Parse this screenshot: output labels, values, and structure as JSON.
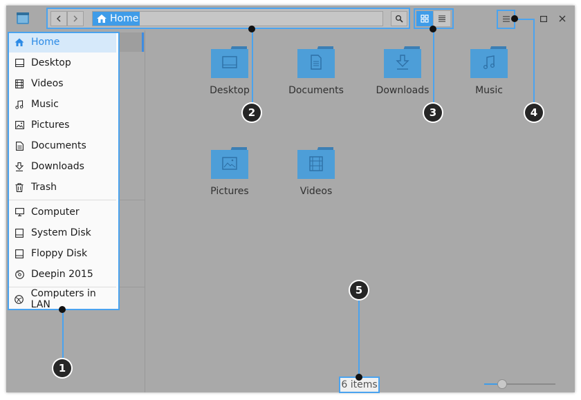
{
  "breadcrumb": {
    "home_label": "Home"
  },
  "sidebar": {
    "items": [
      {
        "label": "Home",
        "icon": "home-icon"
      },
      {
        "label": "Desktop",
        "icon": "desktop-icon"
      },
      {
        "label": "Videos",
        "icon": "video-icon"
      },
      {
        "label": "Music",
        "icon": "music-icon"
      },
      {
        "label": "Pictures",
        "icon": "picture-icon"
      },
      {
        "label": "Documents",
        "icon": "document-icon"
      },
      {
        "label": "Downloads",
        "icon": "download-icon"
      },
      {
        "label": "Trash",
        "icon": "trash-icon"
      },
      {
        "label": "Computer",
        "icon": "computer-icon"
      },
      {
        "label": "System Disk",
        "icon": "disk-icon"
      },
      {
        "label": "Floppy Disk",
        "icon": "floppy-icon"
      },
      {
        "label": "Deepin 2015",
        "icon": "cd-icon"
      },
      {
        "label": "Computers in LAN",
        "icon": "network-icon"
      }
    ]
  },
  "files": [
    {
      "label": "Desktop",
      "icon": "desktop-folder-icon"
    },
    {
      "label": "Documents",
      "icon": "documents-folder-icon"
    },
    {
      "label": "Downloads",
      "icon": "downloads-folder-icon"
    },
    {
      "label": "Music",
      "icon": "music-folder-icon"
    },
    {
      "label": "Pictures",
      "icon": "pictures-folder-icon"
    },
    {
      "label": "Videos",
      "icon": "videos-folder-icon"
    }
  ],
  "status": {
    "text": "6 items"
  },
  "callouts": [
    "1",
    "2",
    "3",
    "4",
    "5"
  ],
  "colors": {
    "accent": "#3f9ce8",
    "highlight_border": "#4aa3ef",
    "folder": "#4d9ed8",
    "overlay": "#a9a9a9"
  }
}
